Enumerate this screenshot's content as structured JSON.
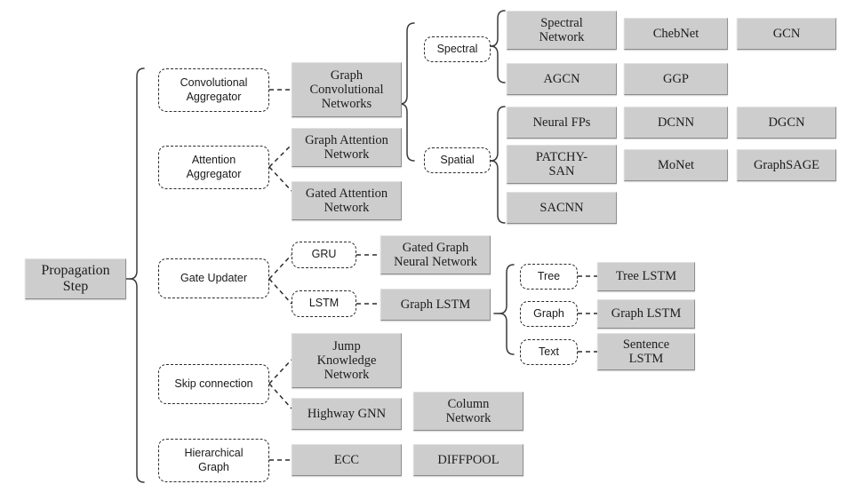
{
  "diagram": {
    "title": "Propagation Step taxonomy",
    "root": {
      "label": "Propagation\nStep"
    },
    "categories": [
      {
        "id": "conv",
        "label": "Convolutional\nAggregator"
      },
      {
        "id": "attn",
        "label": "Attention\nAggregator"
      },
      {
        "id": "gate",
        "label": "Gate Updater"
      },
      {
        "id": "skip",
        "label": "Skip connection"
      },
      {
        "id": "hier",
        "label": "Hierarchical\nGraph"
      }
    ],
    "methods": {
      "gcn": {
        "label": "Graph\nConvolutional\nNetworks"
      },
      "gat": {
        "label": "Graph Attention\nNetwork"
      },
      "gated_attn": {
        "label": "Gated Attention\nNetwork"
      },
      "ggnn": {
        "label": "Gated Graph\nNeural Network"
      },
      "graph_lstm": {
        "label": "Graph LSTM"
      },
      "jump": {
        "label": "Jump\nKnowledge\nNetwork"
      },
      "highway": {
        "label": "Highway GNN"
      },
      "column": {
        "label": "Column\nNetwork"
      },
      "ecc": {
        "label": "ECC"
      },
      "diffpool": {
        "label": "DIFFPOOL"
      }
    },
    "conv_types": [
      {
        "id": "spectral",
        "label": "Spectral"
      },
      {
        "id": "spatial",
        "label": "Spatial"
      }
    ],
    "spectral_models": [
      {
        "label": "Spectral\nNetwork"
      },
      {
        "label": "ChebNet"
      },
      {
        "label": "GCN"
      },
      {
        "label": "AGCN"
      },
      {
        "label": "GGP"
      }
    ],
    "spatial_models": [
      {
        "label": "Neural FPs"
      },
      {
        "label": "DCNN"
      },
      {
        "label": "DGCN"
      },
      {
        "label": "PATCHY-\nSAN"
      },
      {
        "label": "MoNet"
      },
      {
        "label": "GraphSAGE"
      },
      {
        "label": "SACNN"
      }
    ],
    "gate_units": [
      {
        "id": "gru",
        "label": "GRU"
      },
      {
        "id": "lstm",
        "label": "LSTM"
      }
    ],
    "lstm_variants": [
      {
        "id": "tree",
        "label": "Tree",
        "model": "Tree LSTM"
      },
      {
        "id": "graph",
        "label": "Graph",
        "model": "Graph LSTM"
      },
      {
        "id": "text",
        "label": "Text",
        "model": "Sentence\nLSTM"
      }
    ],
    "colors": {
      "node_fill": "#cdcdcd",
      "node_border": "#9a9a9a",
      "dashed_border": "#2b2b2b",
      "connector": "#3a3a3a",
      "background": "#ffffff",
      "text": "#1d1d1d"
    }
  }
}
